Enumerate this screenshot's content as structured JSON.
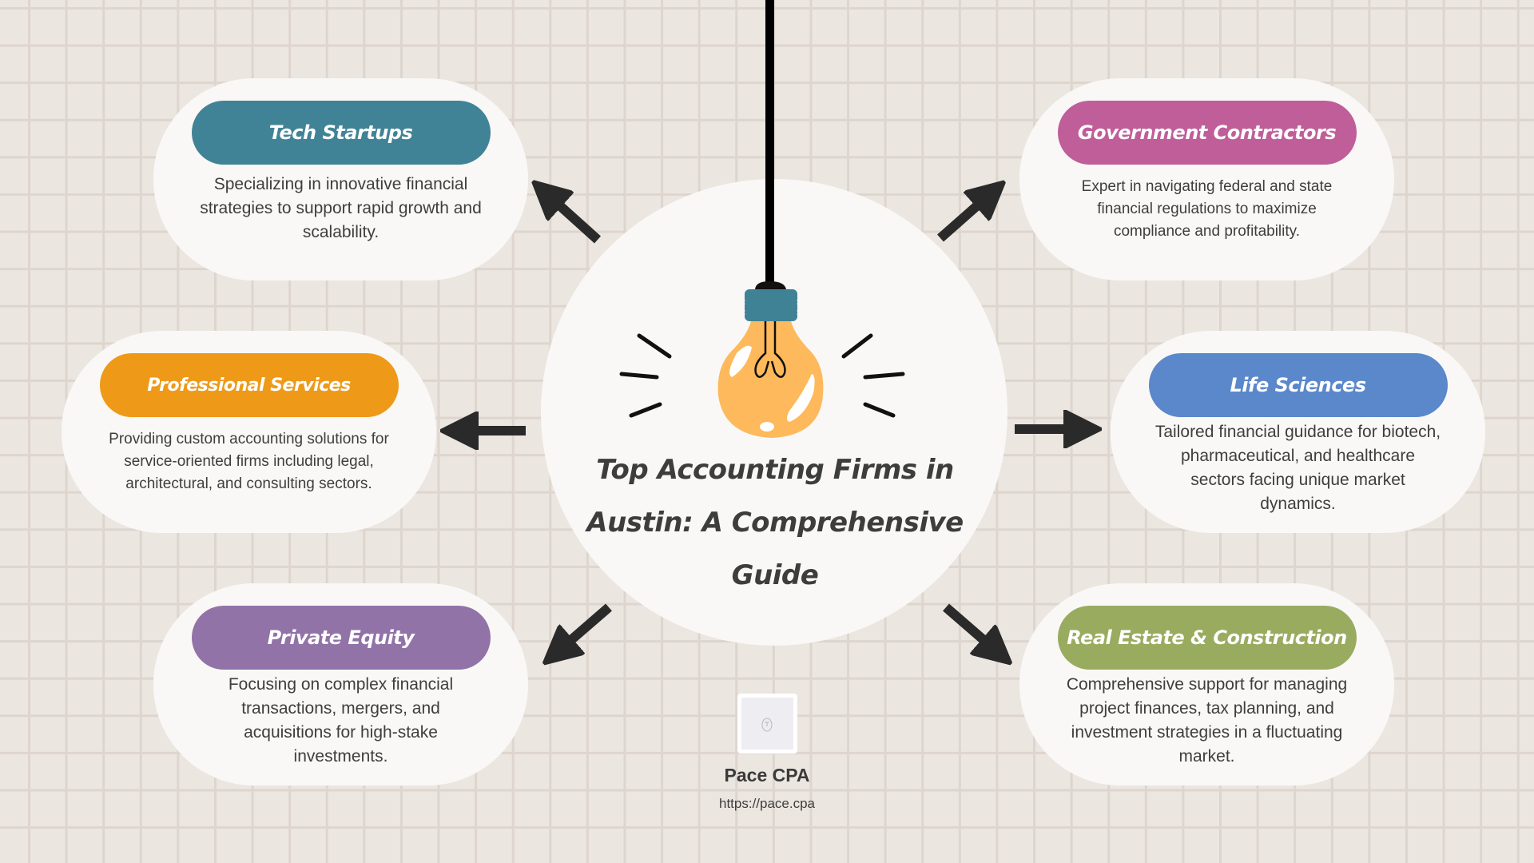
{
  "title": {
    "line1": "Top Accounting Firms in",
    "line2": "Austin: A Comprehensive",
    "line3": "Guide"
  },
  "cards": [
    {
      "id": "tech-startups",
      "label": "Tech Startups",
      "color": "#418396",
      "description": "Specializing in innovative financial strategies to support rapid growth and scalability."
    },
    {
      "id": "government-contractors",
      "label": "Government Contractors",
      "color": "#bf5e99",
      "description": "Expert in navigating federal and state financial regulations to maximize compliance and profitability."
    },
    {
      "id": "professional-services",
      "label": "Professional Services",
      "color": "#ee9a18",
      "description": "Providing custom accounting solutions for service-oriented firms including legal, architectural, and consulting sectors."
    },
    {
      "id": "life-sciences",
      "label": "Life Sciences",
      "color": "#5b87cb",
      "description": "Tailored financial guidance for biotech, pharmaceutical, and healthcare sectors facing unique market dynamics."
    },
    {
      "id": "private-equity",
      "label": "Private Equity",
      "color": "#9173a8",
      "description": "Focusing on complex financial transactions, mergers, and acquisitions for high-stake investments."
    },
    {
      "id": "real-estate-construction",
      "label": "Real Estate & Construction",
      "color": "#99ab5f",
      "description": "Comprehensive support for managing project finances, tax planning, and investment strategies in a fluctuating market."
    }
  ],
  "brand": {
    "name": "Pace CPA",
    "url": "https://pace.cpa"
  },
  "colors": {
    "background": "#ece6e0",
    "grid": "#ddd5ce",
    "card": "#f9f8f6",
    "arrow": "#2a2a2a",
    "bulb": "#fdb95b",
    "socket": "#3f8296",
    "text": "#3e3e3e"
  },
  "icons": {
    "central": "lightbulb-icon",
    "arrows": "arrow-icon",
    "logo": "pace-logo-icon"
  }
}
